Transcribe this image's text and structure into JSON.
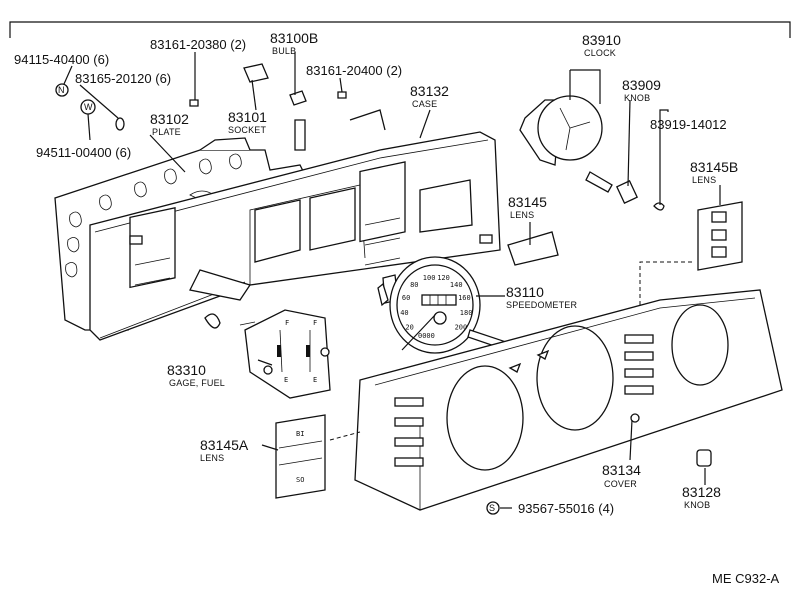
{
  "diagram": {
    "code": "ME C932-A",
    "callouts": [
      {
        "id": "c-94115",
        "part_number": "94115-40400 (6)",
        "symbol": "N"
      },
      {
        "id": "c-83165",
        "part_number": "83165-20120 (6)"
      },
      {
        "id": "c-94511",
        "part_number": "94511-00400 (6)",
        "symbol": "W"
      },
      {
        "id": "c-83161a",
        "part_number": "83161-20380 (2)"
      },
      {
        "id": "c-83100b",
        "part_number": "83100B",
        "name": "BULB"
      },
      {
        "id": "c-83161b",
        "part_number": "83161-20400 (2)"
      },
      {
        "id": "c-83102",
        "part_number": "83102",
        "name": "PLATE"
      },
      {
        "id": "c-83101",
        "part_number": "83101",
        "name": "SOCKET"
      },
      {
        "id": "c-83132",
        "part_number": "83132",
        "name": "CASE"
      },
      {
        "id": "c-83910",
        "part_number": "83910",
        "name": "CLOCK"
      },
      {
        "id": "c-83909",
        "part_number": "83909",
        "name": "KNOB"
      },
      {
        "id": "c-83919",
        "part_number": "83919-14012"
      },
      {
        "id": "c-83145b",
        "part_number": "83145B",
        "name": "LENS"
      },
      {
        "id": "c-83145",
        "part_number": "83145",
        "name": "LENS"
      },
      {
        "id": "c-83110",
        "part_number": "83110",
        "name": "SPEEDOMETER"
      },
      {
        "id": "c-83310",
        "part_number": "83310",
        "name": "GAGE, FUEL"
      },
      {
        "id": "c-83145a",
        "part_number": "83145A",
        "name": "LENS"
      },
      {
        "id": "c-83134",
        "part_number": "83134",
        "name": "COVER"
      },
      {
        "id": "c-83128",
        "part_number": "83128",
        "name": "KNOB"
      },
      {
        "id": "c-93567",
        "part_number": "93567-55016 (4)",
        "symbol": "S"
      }
    ],
    "gauge_text": {
      "fuel_full": "F",
      "fuel_empty": "E",
      "speedo_odometer": "0000",
      "speedo_ticks": [
        "20",
        "40",
        "60",
        "80",
        "100",
        "120",
        "140",
        "160",
        "180",
        "200"
      ],
      "lens_a_top": "BI",
      "lens_a_bottom": "SO"
    }
  }
}
